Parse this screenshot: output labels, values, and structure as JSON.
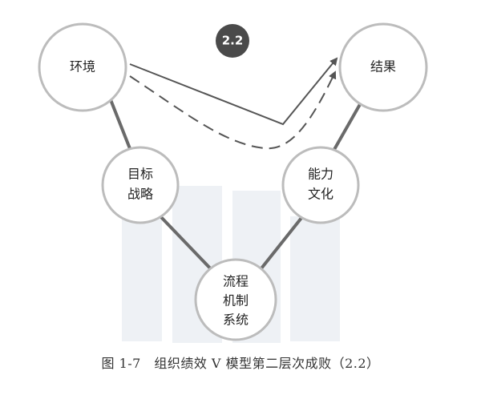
{
  "badge": "2.2",
  "nodes": {
    "environment": [
      "环境"
    ],
    "result": [
      "结果"
    ],
    "strategy": [
      "目标",
      "战略"
    ],
    "capability": [
      "能力",
      "文化"
    ],
    "process": [
      "流程",
      "机制",
      "系统"
    ]
  },
  "caption": "图 1-7　组织绩效 V 模型第二层次成败（2.2）",
  "colors": {
    "node_fill": "#ffffff",
    "node_stroke": "#bcbcbc",
    "connector": "#6a6a6a",
    "arrow": "#555555",
    "badge": "#4a4a4a",
    "watermark": "#eef1f5"
  }
}
